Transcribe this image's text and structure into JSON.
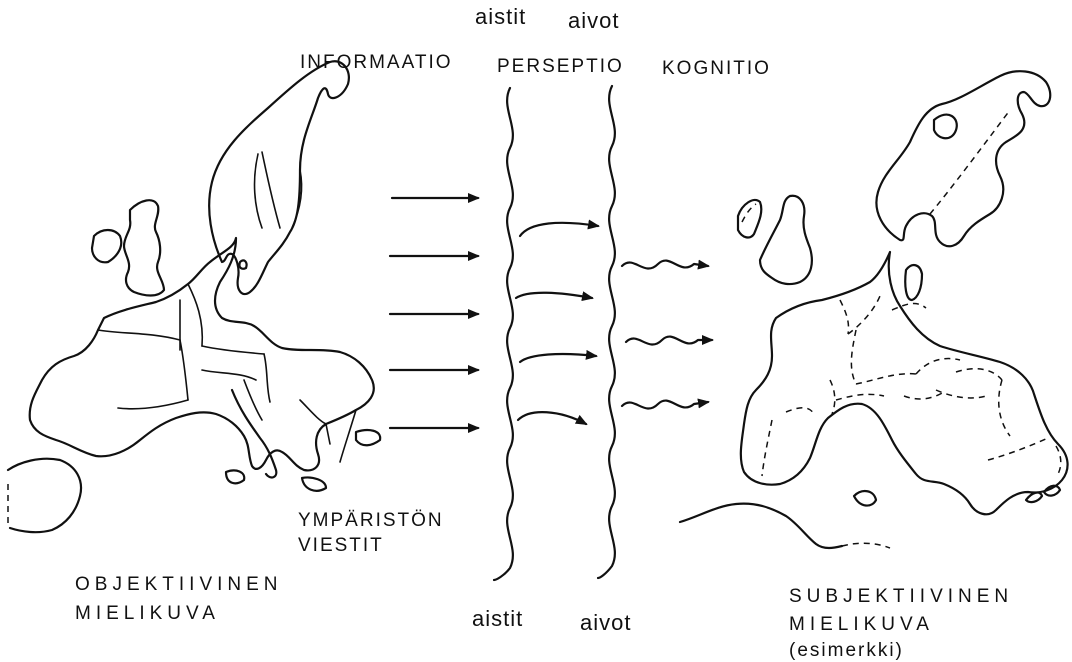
{
  "labels": {
    "aistit_top": "aistit",
    "aivot_top": "aivot",
    "informaatio": "INFORMAATIO",
    "perseptio": "PERSEPTIO",
    "kognitio": "KOGNITIO",
    "ymparisto_line1": "YMPÄRISTÖN",
    "ymparisto_line2": "VIESTIT",
    "objektiivinen_line1": "OBJEKTIIVINEN",
    "objektiivinen_line2": "MIELIKUVA",
    "aistit_bottom": "aistit",
    "aivot_bottom": "aivot",
    "subjektiivinen_line1": "SUBJEKTIIVINEN",
    "subjektiivinen_line2": "MIELIKUVA",
    "esimerkki": "(esimerkki)"
  },
  "icons": {
    "left_map": "europe-map-objective",
    "right_map": "europe-map-subjective",
    "arrow": "arrow-right-icon",
    "wavy_arrow": "wavy-arrow-right-icon"
  }
}
